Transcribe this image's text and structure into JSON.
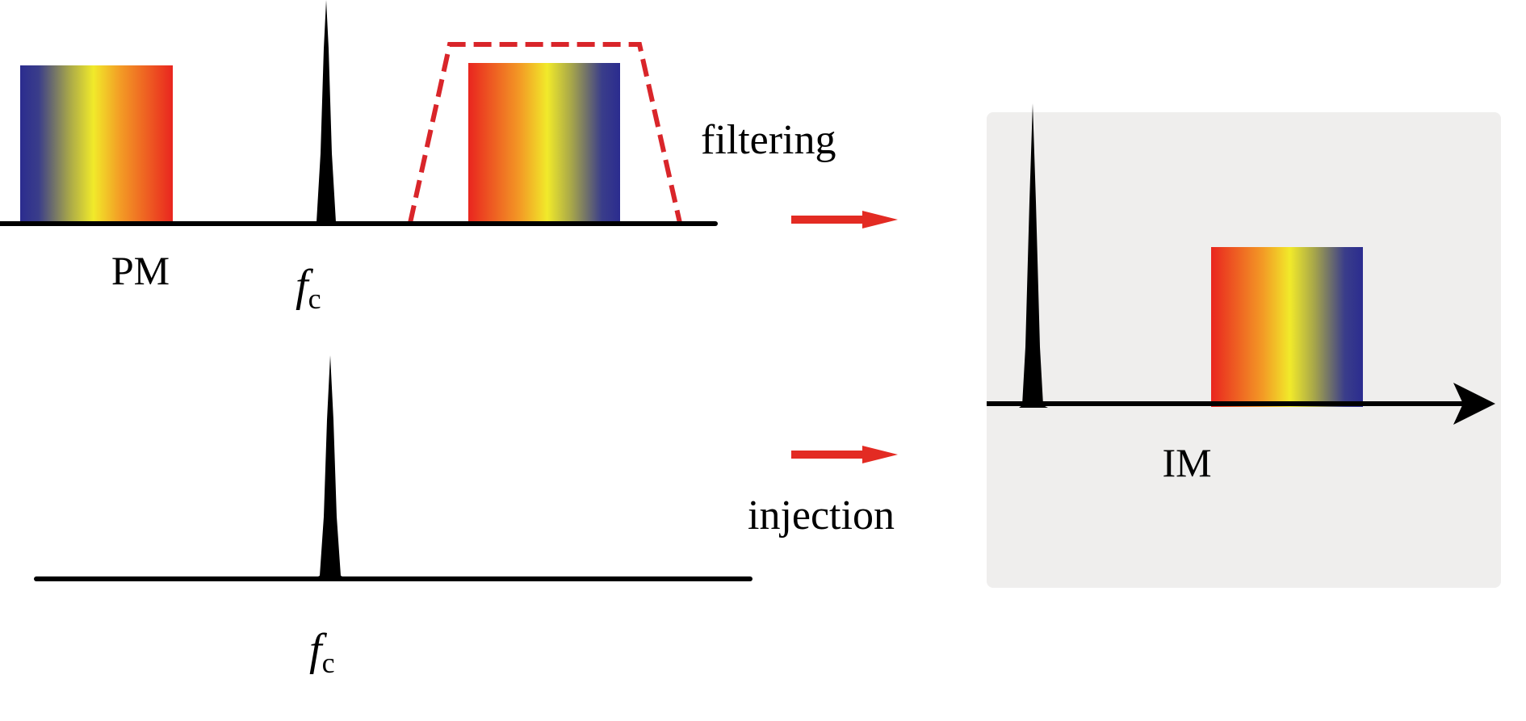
{
  "labels": {
    "pm": "PM",
    "fc_symbol": "f",
    "fc_subscript": "c",
    "filtering": "filtering",
    "injection": "injection",
    "im": "IM"
  },
  "colors": {
    "background": "#ffffff",
    "result_panel": "#efeeed",
    "baseline": "#000000",
    "carrier": "#000000",
    "arrow": "#e32b23",
    "filter_outline": "#d9252a",
    "spectrum_blue": "#2b2c8f",
    "spectrum_yellow": "#f1ea2a",
    "spectrum_orange": "#f39a25",
    "spectrum_red": "#e9251f"
  }
}
